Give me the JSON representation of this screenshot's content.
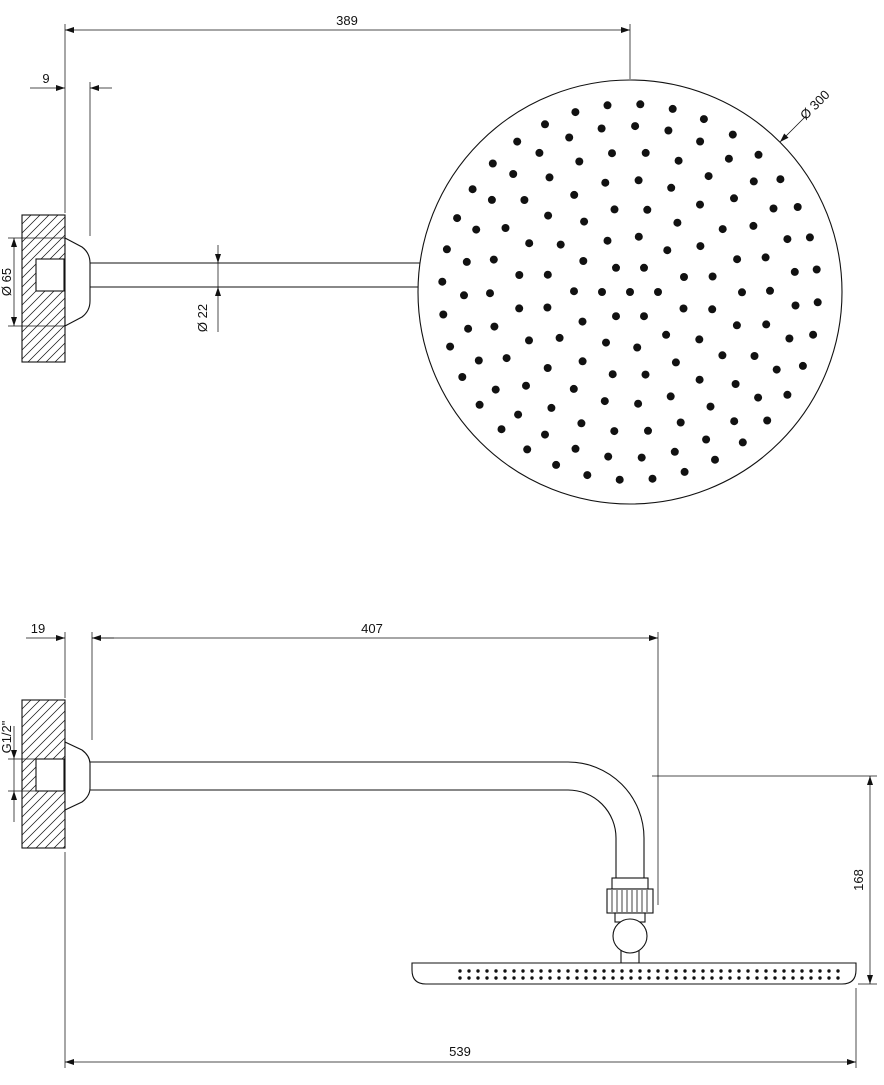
{
  "page": {
    "background_color": "#ffffff",
    "line_color": "#111111"
  },
  "top_view": {
    "dim_arm_to_center": "389",
    "dim_wall_offset": "9",
    "dim_head_diameter": "Ø 300",
    "dim_escutcheon_diameter": "Ø 65",
    "dim_arm_diameter": "Ø 22"
  },
  "side_view": {
    "dim_escutcheon_depth": "19",
    "dim_arm_length": "407",
    "dim_thread_size": "G1/2\"",
    "dim_drop_height": "168",
    "dim_overall_length": "539"
  }
}
